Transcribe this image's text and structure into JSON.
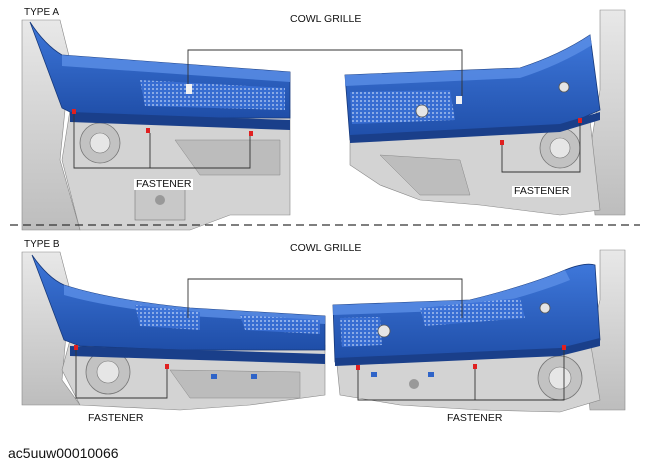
{
  "type_a": {
    "label": "TYPE A",
    "callout_top": "COWL GRILLE",
    "callout_left": "FASTENER",
    "callout_right": "FASTENER"
  },
  "type_b": {
    "label": "TYPE B",
    "callout_top": "COWL GRILLE",
    "callout_left": "FASTENER",
    "callout_right": "FASTENER"
  },
  "document_code": "ac5uuw00010066",
  "colors": {
    "cowl_blue": "#2f64c8",
    "cowl_dark": "#1a3f8a",
    "fastener_red": "#e02020",
    "body_gray": "#d7d7d7",
    "line": "#333333"
  }
}
